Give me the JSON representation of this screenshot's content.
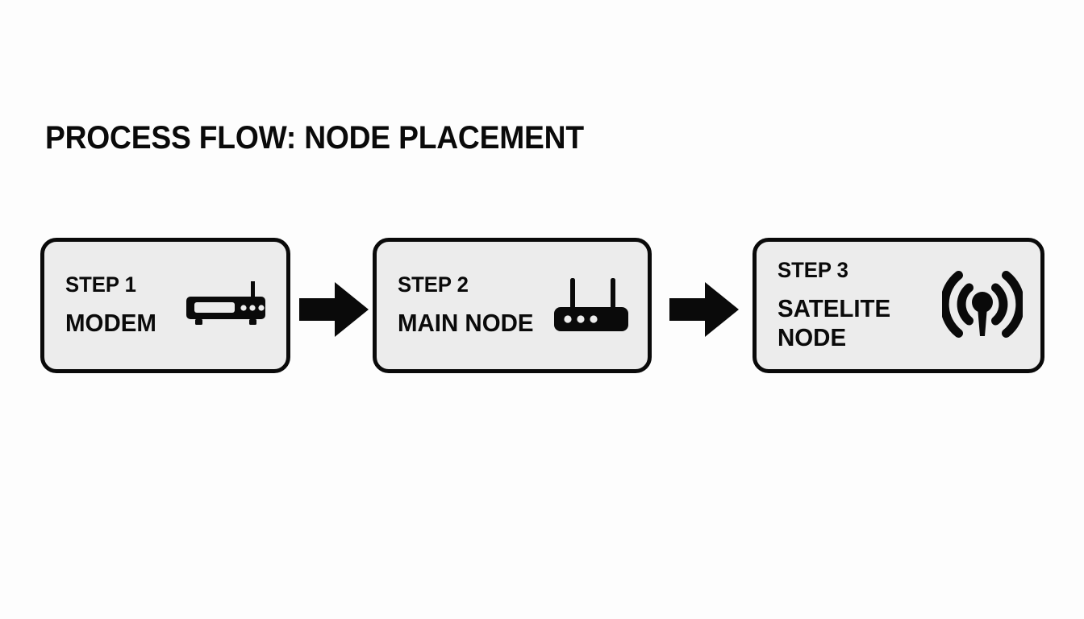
{
  "page": {
    "background_color": "#fdfdfd",
    "title": "PROCESS FLOW: NODE PLACEMENT"
  },
  "theme": {
    "ink": "#0a0a0a",
    "box_fill": "#ececec",
    "box_border": "#0a0a0a",
    "arrow_color": "#0a0a0a"
  },
  "flow": {
    "steps": [
      {
        "kicker": "STEP 1",
        "label": "MODEM",
        "icon": "modem-icon"
      },
      {
        "kicker": "STEP 2",
        "label": "MAIN NODE",
        "icon": "router-icon"
      },
      {
        "kicker": "STEP 3",
        "label": "SATELITE\nNODE",
        "icon": "broadcast-antenna-icon"
      }
    ],
    "connectors": [
      {
        "icon": "arrow-right-icon",
        "from": "STEP 1",
        "to": "STEP 2"
      },
      {
        "icon": "arrow-right-icon",
        "from": "STEP 2",
        "to": "STEP 3"
      }
    ]
  }
}
